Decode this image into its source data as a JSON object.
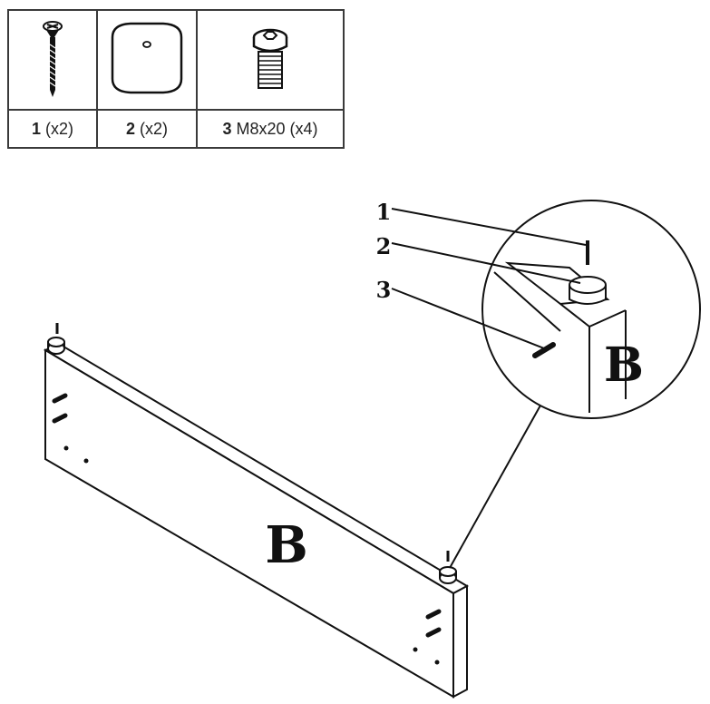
{
  "parts": [
    {
      "number": "1",
      "spec": "(x2)",
      "icon": "wood-screw-icon"
    },
    {
      "number": "2",
      "spec": "(x2)",
      "icon": "cap-cover-icon"
    },
    {
      "number": "3",
      "spec": "M8x20 (x4)",
      "icon": "hex-bolt-icon"
    }
  ],
  "diagram": {
    "panel_label": "B",
    "zoom_panel_label": "B",
    "callouts": [
      "1",
      "2",
      "3"
    ]
  }
}
